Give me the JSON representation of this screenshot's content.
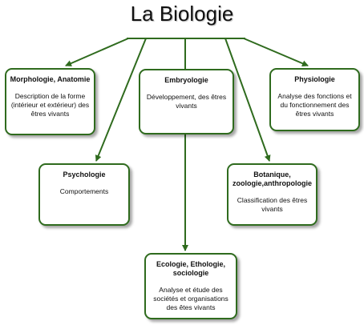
{
  "title": "La Biologie",
  "colors": {
    "border": "#2f6b1e",
    "arrow": "#2f6b1e"
  },
  "nodes": {
    "morphologie": {
      "title": "Morphologie, Anatomie",
      "desc": "Description de la forme (intérieur et extérieur) des êtres vivants"
    },
    "embryologie": {
      "title": "Embryologie",
      "desc": "Développement, des êtres vivants"
    },
    "physiologie": {
      "title": "Physiologie",
      "desc": "Analyse des fonctions et du fonctionnement des êtres vivants"
    },
    "psychologie": {
      "title": "Psychologie",
      "desc": "Comportements"
    },
    "botanique": {
      "title": "Botanique, zoologie,anthropologie",
      "desc": "Classification des êtres vivants"
    },
    "ecologie": {
      "title": "Ecologie, Ethologie, sociologie",
      "desc": "Analyse et étude des sociétés et organisations des êtes vivants"
    }
  }
}
